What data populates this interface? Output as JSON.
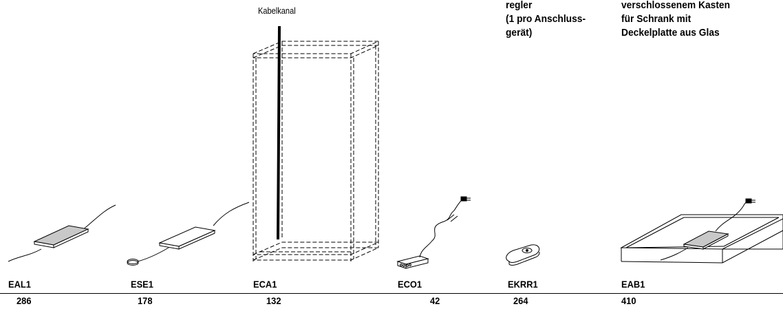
{
  "headers": {
    "regulator": "regler\n(1 pro Anschluss-\ngerät)",
    "box": "verschlossenem Kasten\nfür Schrank mit\nDeckelplatte aus Glas"
  },
  "callout": "Kabelkanal",
  "products": [
    {
      "code": "EAL1",
      "qty": "286"
    },
    {
      "code": "ESE1",
      "qty": "178"
    },
    {
      "code": "ECA1",
      "qty": "132"
    },
    {
      "code": "ECO1",
      "qty": "42"
    },
    {
      "code": "EKRR1",
      "qty": "264"
    },
    {
      "code": "EAB1",
      "qty": "410"
    }
  ],
  "colors": {
    "line": "#000000",
    "pad_fill": "#c8c8c8"
  },
  "icons": [
    "heating-pad-grey-illustration",
    "heating-pad-sensor-illustration",
    "cabinet-cable-duct-illustration",
    "controller-plug-illustration",
    "round-regulator-illustration",
    "glass-box-pad-illustration"
  ]
}
